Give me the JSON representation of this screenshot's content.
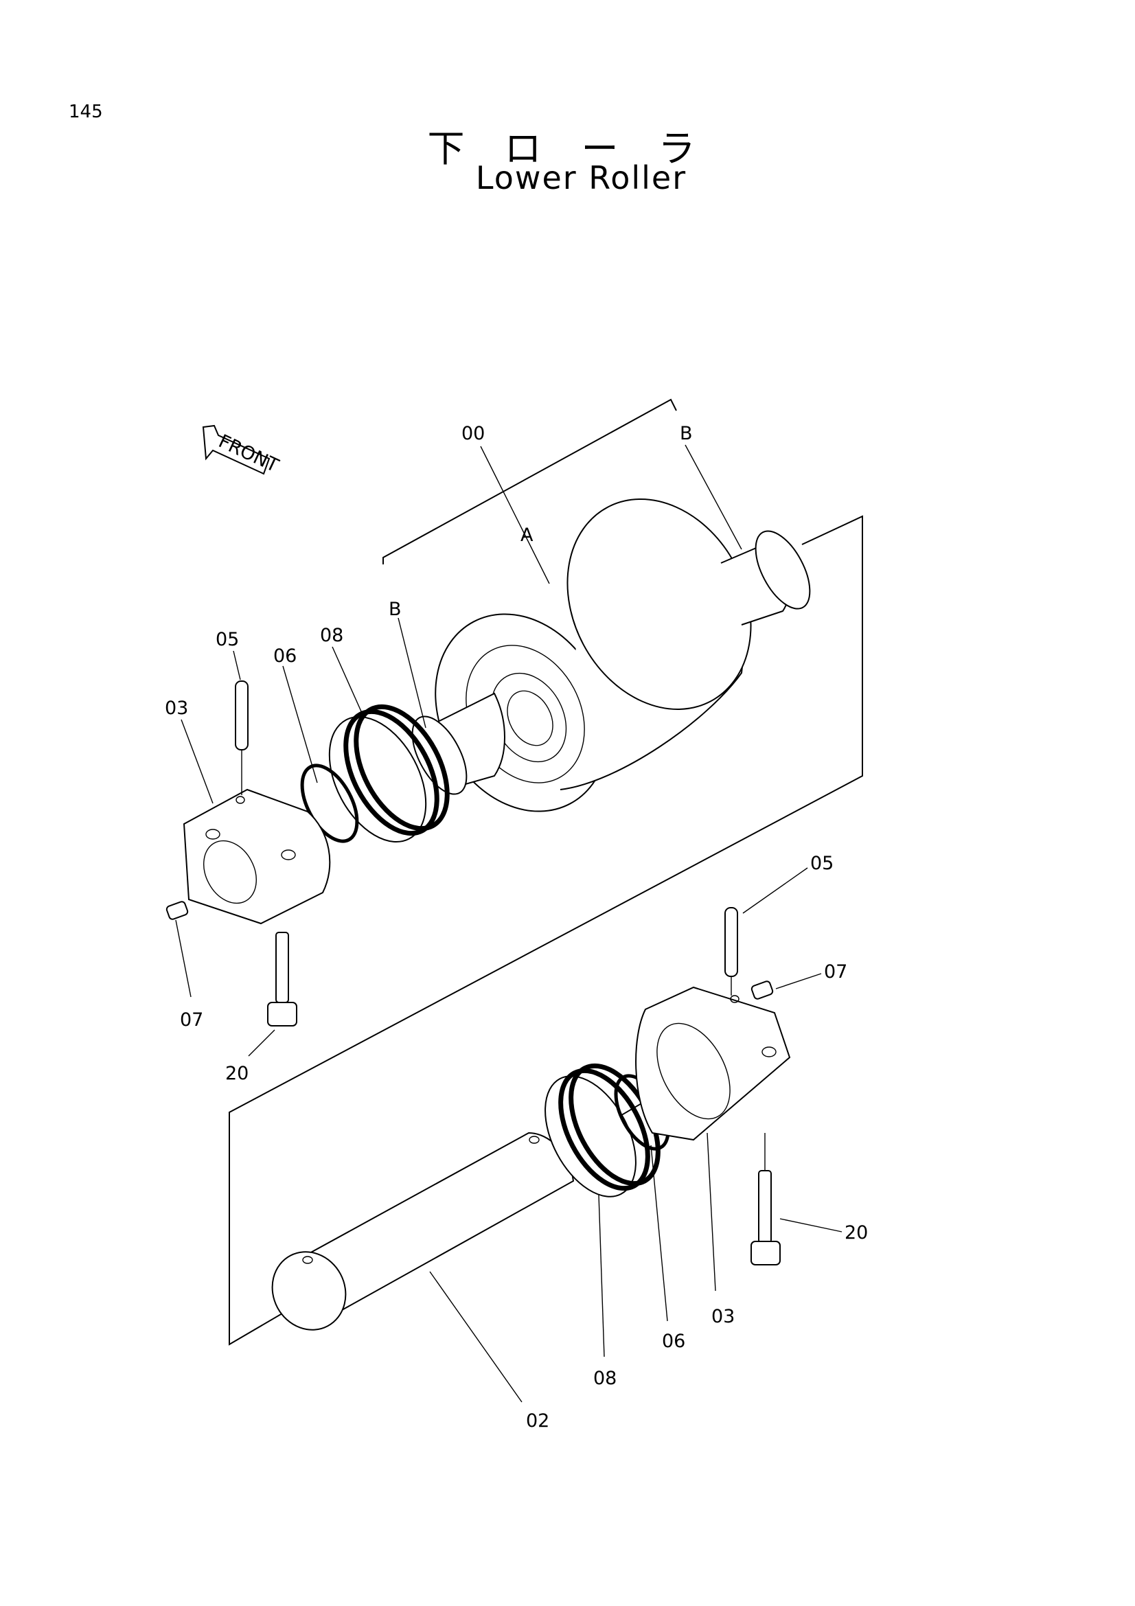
{
  "page_number": "145",
  "title_jp": "下ローラ",
  "title_en": "Lower Roller",
  "front_label": "FRONT",
  "callouts": {
    "c00": "00",
    "cA": "A",
    "cB1": "B",
    "cB2": "B",
    "c05_left": "05",
    "c06_left": "06",
    "c08_left": "08",
    "c03_left": "03",
    "c07_left": "07",
    "c20_left": "20",
    "c05_right": "05",
    "c07_right": "07",
    "c20_right": "20",
    "c03_right": "03",
    "c06_right": "06",
    "c08_right": "08",
    "c02": "02"
  }
}
